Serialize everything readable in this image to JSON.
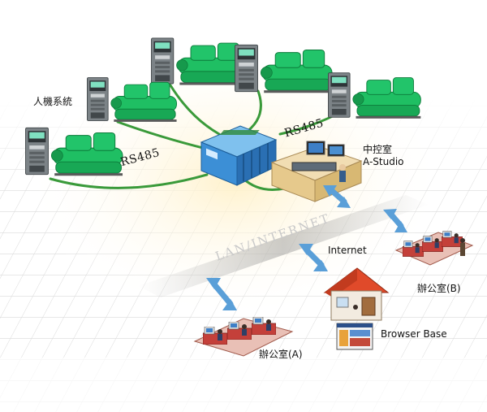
{
  "labels": {
    "chiller_system": "人機系統",
    "rs485_left": "RS485",
    "rs485_right": "RS485",
    "control_room": "中控室",
    "a_studio": "A-Studio",
    "lan_internet": "LAN/INTERNET",
    "internet": "Internet",
    "office_b": "辦公室(B)",
    "office_a": "辦公室(A)",
    "browser_base": "Browser Base"
  },
  "colors": {
    "chiller": "#1fbf63",
    "cabinet": "#7c8387",
    "cable": "#3a9a3a",
    "arrow": "#5a9fd8",
    "controller": "#3c8fd6"
  }
}
